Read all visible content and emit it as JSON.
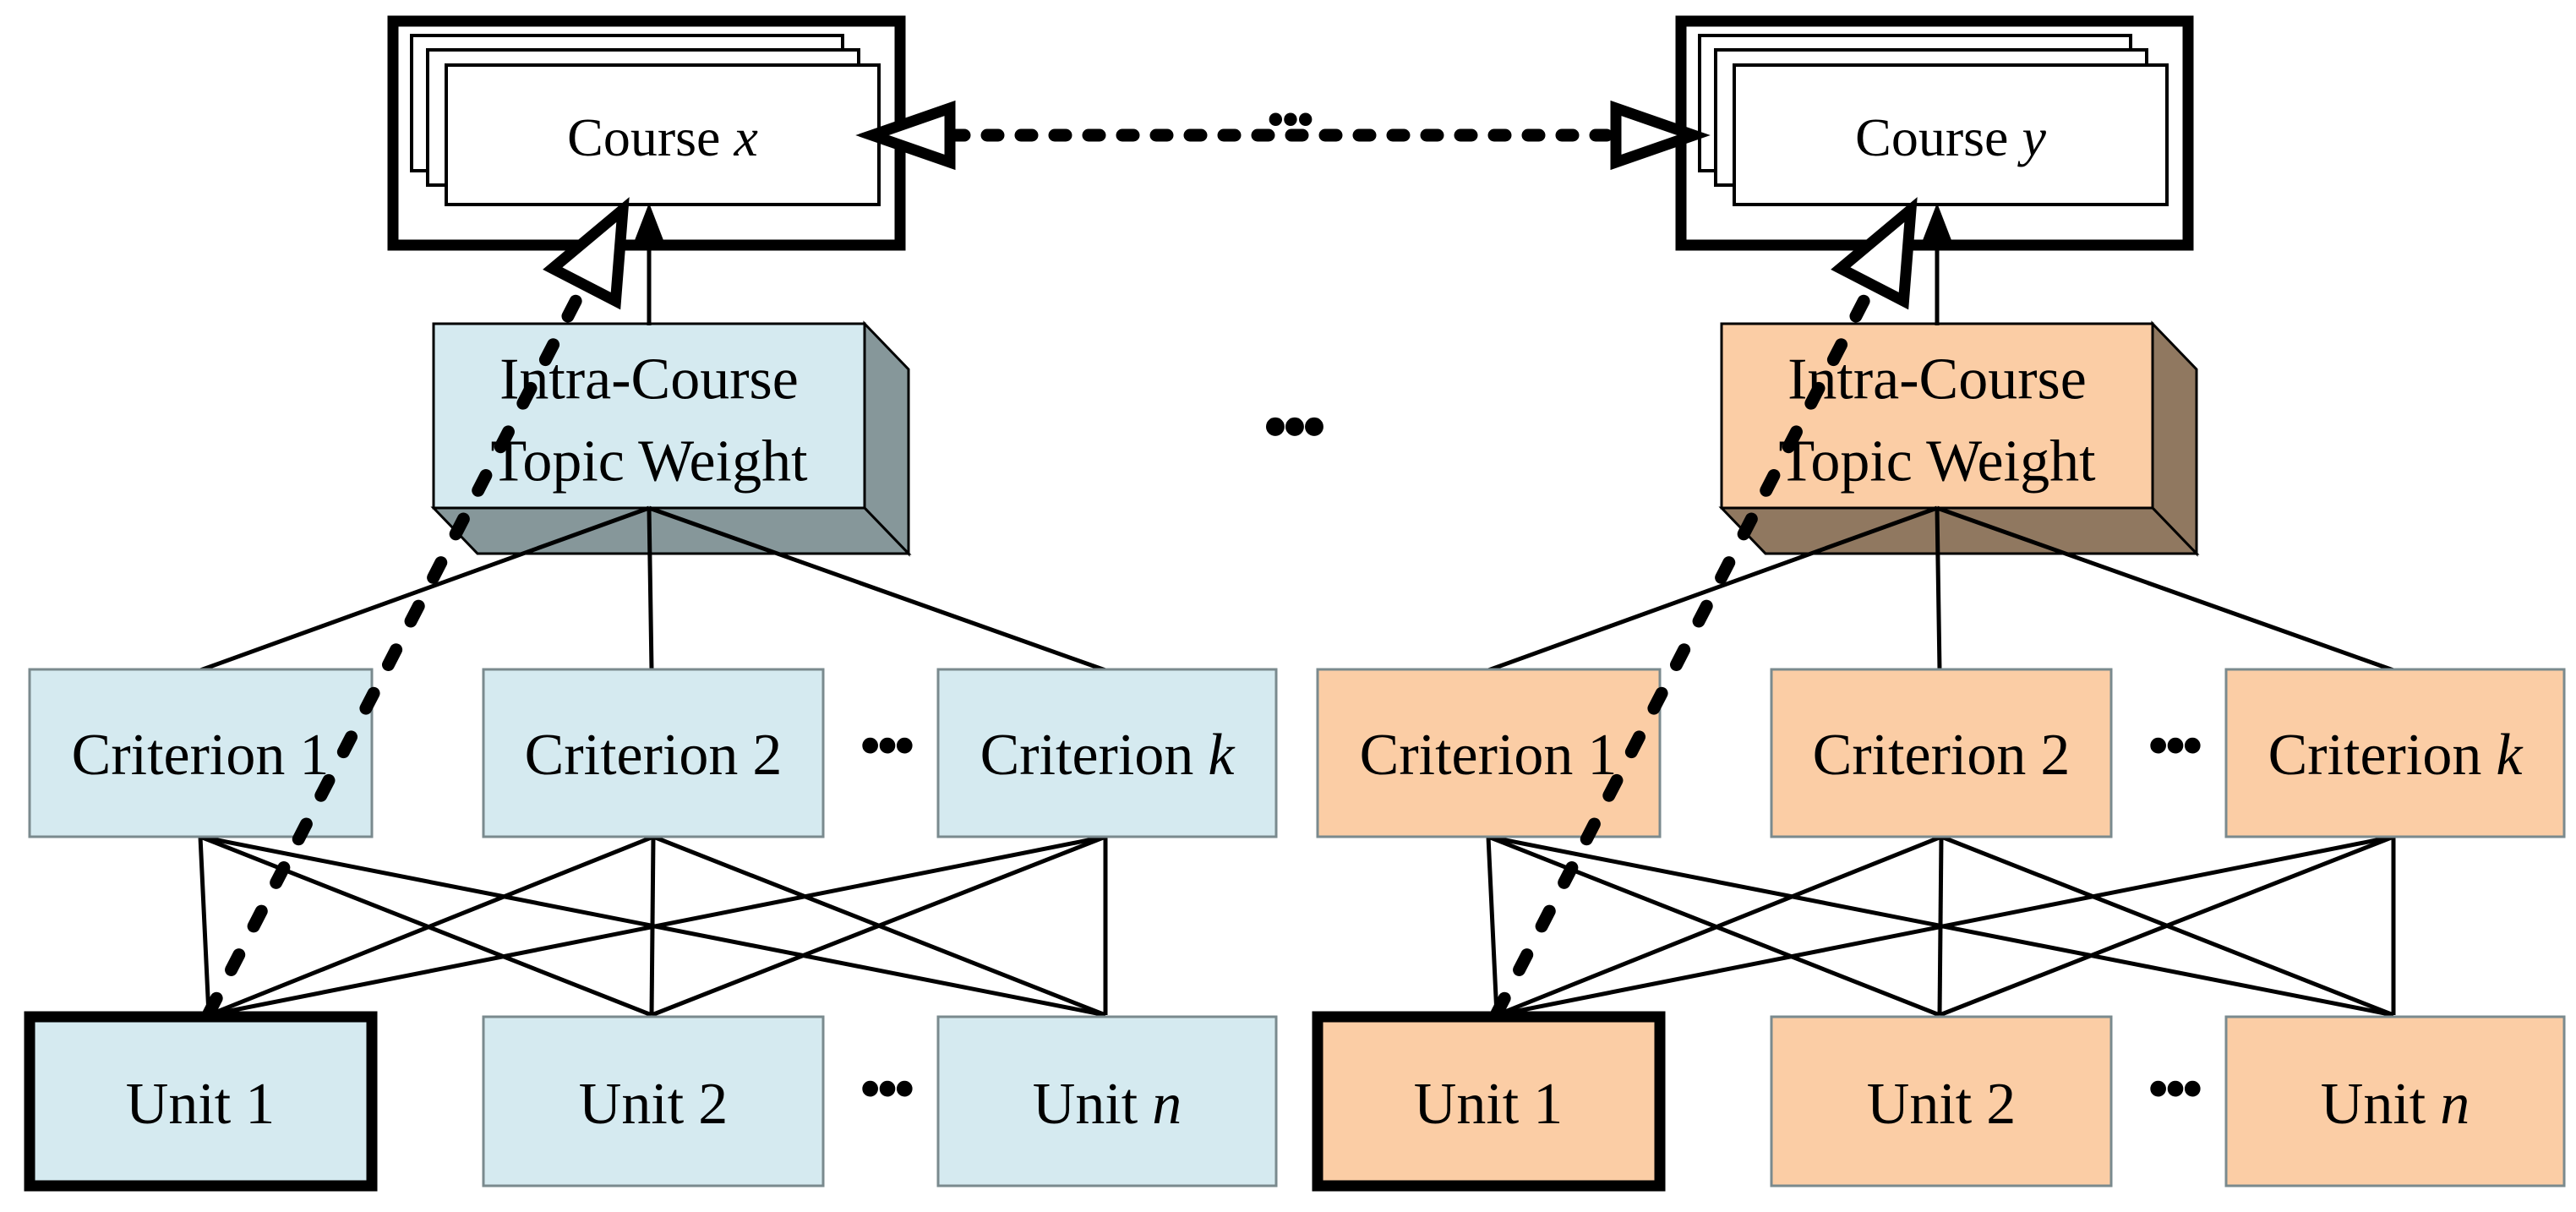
{
  "left": {
    "course": {
      "label": "Course",
      "var": "x"
    },
    "intra": {
      "line1": "Intra-Course",
      "line2": "Topic Weight"
    },
    "criteria": [
      {
        "label": "Criterion",
        "num": "1"
      },
      {
        "label": "Criterion",
        "num": "2"
      },
      {
        "label": "Criterion",
        "num": "k"
      }
    ],
    "units": [
      {
        "label": "Unit",
        "num": "1"
      },
      {
        "label": "Unit",
        "num": "2"
      },
      {
        "label": "Unit",
        "num": "n"
      }
    ]
  },
  "right": {
    "course": {
      "label": "Course",
      "var": "y"
    },
    "intra": {
      "line1": "Intra-Course",
      "line2": "Topic Weight"
    },
    "criteria": [
      {
        "label": "Criterion",
        "num": "1"
      },
      {
        "label": "Criterion",
        "num": "2"
      },
      {
        "label": "Criterion",
        "num": "k"
      }
    ],
    "units": [
      {
        "label": "Unit",
        "num": "1"
      },
      {
        "label": "Unit",
        "num": "2"
      },
      {
        "label": "Unit",
        "num": "n"
      }
    ]
  },
  "ellipsis": "···",
  "colors": {
    "left_fill": "#d5eaf0",
    "left_side": "#86979a",
    "right_fill": "#fbcda5",
    "right_side": "#907860",
    "box_border": "#7a8a8e",
    "line": "#000000",
    "background": "#ffffff"
  }
}
